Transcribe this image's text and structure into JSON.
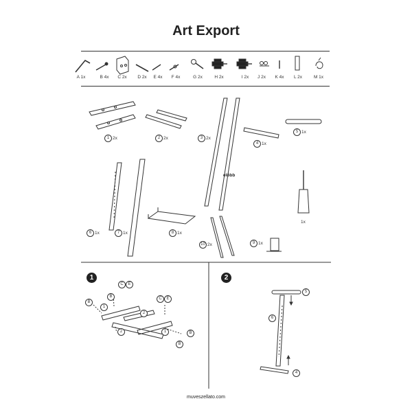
{
  "title": "Art Export",
  "hardware": [
    {
      "label": "A 1x",
      "icon": "allen-key-icon"
    },
    {
      "label": "B 4x",
      "icon": "bolt-icon"
    },
    {
      "label": "C 2x",
      "icon": "bracket-icon"
    },
    {
      "label": "D 2x",
      "icon": "long-screw-icon"
    },
    {
      "label": "E 4x",
      "icon": "screw-icon"
    },
    {
      "label": "F 4x",
      "icon": "screw-washer-icon"
    },
    {
      "label": "G 2x",
      "icon": "wing-bolt-icon"
    },
    {
      "label": "H 2x",
      "icon": "knob-icon"
    },
    {
      "label": "I 2x",
      "icon": "large-knob-icon"
    },
    {
      "label": "J 2x",
      "icon": "wing-nut-icon"
    },
    {
      "label": "K 4x",
      "icon": "nail-icon"
    },
    {
      "label": "L 2x",
      "icon": "plate-icon"
    },
    {
      "label": "M 1x",
      "icon": "hook-icon"
    }
  ],
  "parts": [
    {
      "num": "1",
      "qty": "2x"
    },
    {
      "num": "2",
      "qty": "2x"
    },
    {
      "num": "3",
      "qty": "2x"
    },
    {
      "num": "4",
      "qty": "1x"
    },
    {
      "num": "5",
      "qty": "1x"
    },
    {
      "num": "6",
      "qty": "1x"
    },
    {
      "num": "7",
      "qty": "1x"
    },
    {
      "num": "8",
      "qty": "1x"
    },
    {
      "num": "10",
      "qty": "2x"
    },
    {
      "num": "9",
      "qty": "1x"
    }
  ],
  "screwdriver_qty": "1x",
  "elobb_label": "elöbb",
  "steps": [
    {
      "badge": "1"
    },
    {
      "badge": "2"
    }
  ],
  "step1_callouts": [
    "C",
    "E",
    "B",
    "1",
    "B",
    "2",
    "C",
    "E",
    "2",
    "1",
    "B",
    "B"
  ],
  "step2_callouts": [
    "5",
    "6",
    "4"
  ],
  "footer": "muveszellato.com"
}
